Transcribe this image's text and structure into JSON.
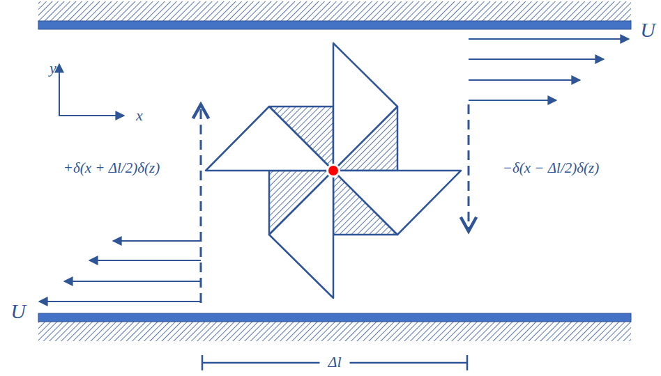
{
  "diagram": {
    "labels": [
      "U",
      "y",
      "x",
      "+δ(x + Δl/2)δ(z)",
      "−δ(x − Δl/2)δ(z)",
      "U",
      "Δl"
    ]
  }
}
